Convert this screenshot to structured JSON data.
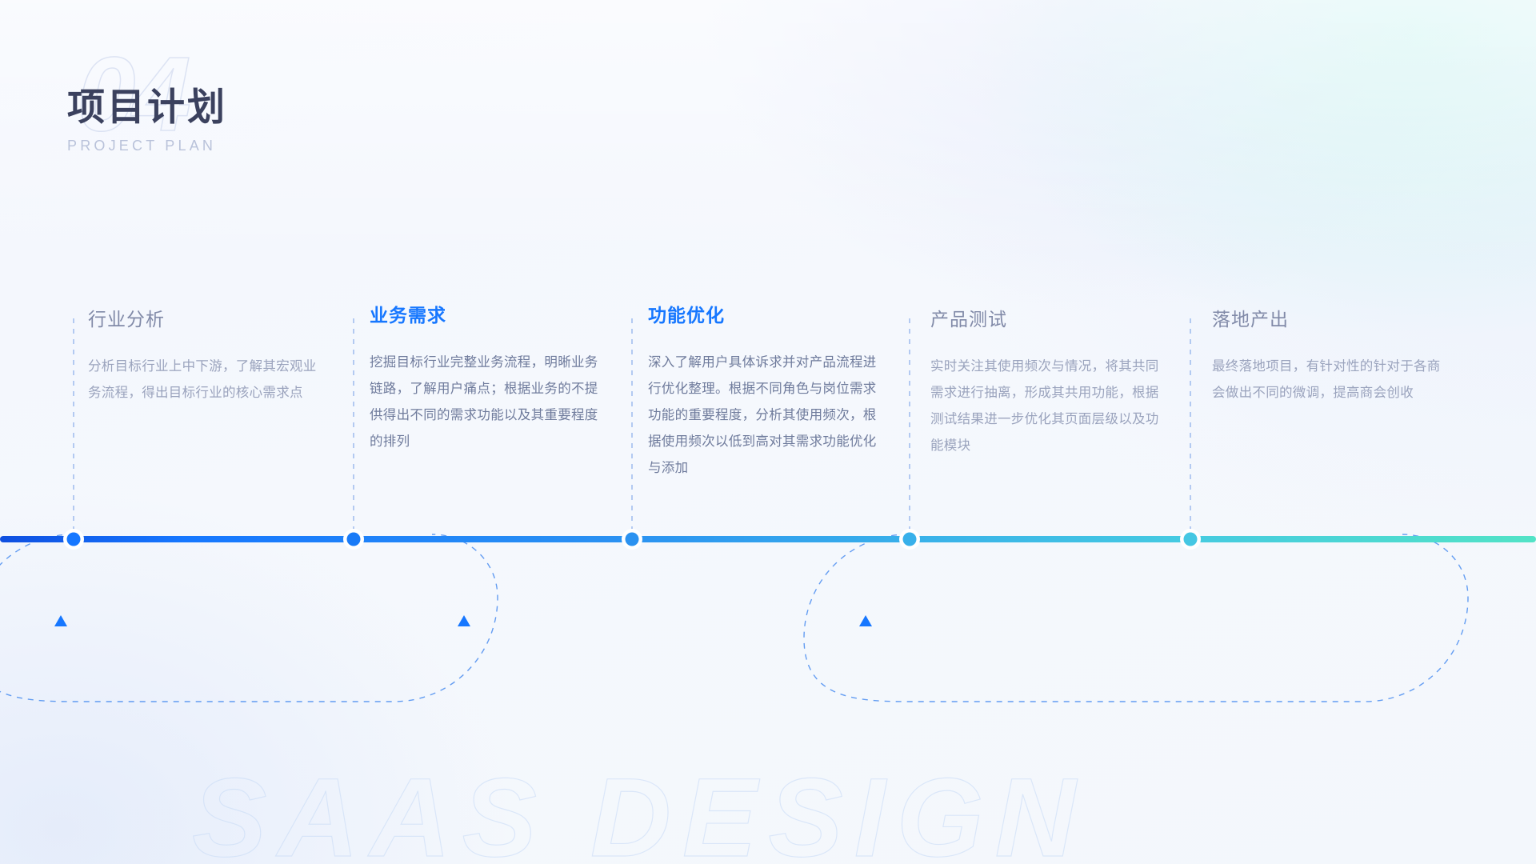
{
  "header": {
    "watermark_number": "04",
    "title": "项目计划",
    "subtitle": "PROJECT PLAN"
  },
  "background": {
    "watermark_text": "SAAS DESIGN"
  },
  "theme": {
    "accent": "#1677ff",
    "line_start": "#0f5fe0",
    "line_end": "#4fe0c8",
    "muted_title": "#818aa8",
    "body_text": "#9aa3bd",
    "page_bg": "#f4f7fd"
  },
  "timeline": {
    "steps": [
      {
        "index": 1,
        "title": "行业分析",
        "highlighted": false,
        "body": "分析目标行业上中下游，了解其宏观业务流程，得出目标行业的核心需求点",
        "dot_color": "#1677ff"
      },
      {
        "index": 2,
        "title": "业务需求",
        "highlighted": true,
        "body": "挖掘目标行业完整业务流程，明晰业务链路，了解用户痛点；根据业务的不提供得出不同的需求功能以及其重要程度的排列",
        "dot_color": "#1677ff"
      },
      {
        "index": 3,
        "title": "功能优化",
        "highlighted": true,
        "body": "深入了解用户具体诉求并对产品流程进行优化整理。根据不同角色与岗位需求功能的重要程度，分析其使用频次，根据使用频次以低到高对其需求功能优化与添加",
        "dot_color": "#2f96f0"
      },
      {
        "index": 4,
        "title": "产品测试",
        "highlighted": false,
        "body": "实时关注其使用频次与情况，将其共同需求进行抽离，形成其共用功能，根据测试结果进一步优化其页面层级以及功能模块",
        "dot_color": "#3ab6e8"
      },
      {
        "index": 5,
        "title": "落地产出",
        "highlighted": false,
        "body": "最终落地项目，有针对性的针对于各商会做出不同的微调，提高商会创收",
        "dot_color": "#46c8e0"
      }
    ]
  }
}
